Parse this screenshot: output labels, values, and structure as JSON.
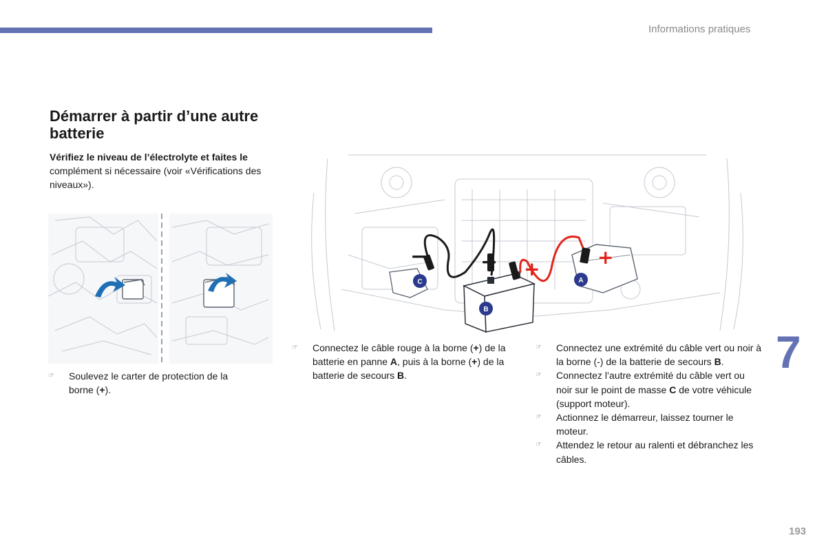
{
  "header": {
    "section_title": "Informations pratiques",
    "accent_color": "#6472b3"
  },
  "chapter_number": "7",
  "page_number": "193",
  "main": {
    "title": "Démarrer à partir d’une autre batterie",
    "intro_lead": "Vérifiez le niveau de l’électrolyte et faites le",
    "intro_rest": " complément si nécessaire (voir «Vérifications des niveaux»)."
  },
  "illustration_labels": {
    "a": "A",
    "b": "B",
    "c": "C",
    "plus": "+",
    "minus": "−"
  },
  "cable_colors": {
    "positive": "#e2231a",
    "negative": "#1a1a1a"
  },
  "step_marker_icon": "hand-pointer-icon",
  "step_marker_glyph": "☞",
  "col1_steps": [
    {
      "parts": [
        "Soulevez le carter de protection de la borne (",
        "+",
        ")."
      ]
    }
  ],
  "col2_steps": [
    {
      "parts": [
        "Connectez le câble rouge à la borne (",
        "+",
        ") de la batterie en panne ",
        "A",
        ", puis à la borne (",
        "+",
        ") de la batterie de secours ",
        "B",
        "."
      ]
    }
  ],
  "col3_steps": [
    {
      "parts": [
        "Connectez une extrémité du câble vert ou noir à la borne (-) de la batterie de secours ",
        "B",
        "."
      ]
    },
    {
      "parts": [
        "Connectez l’autre extrémité du câble vert ou noir sur le point de masse ",
        "C",
        " de votre véhicule (support moteur)."
      ]
    },
    {
      "parts": [
        "Actionnez le démarreur, laissez tourner le moteur."
      ]
    },
    {
      "parts": [
        "Attendez le retour au ralenti et débranchez les câbles."
      ]
    }
  ]
}
